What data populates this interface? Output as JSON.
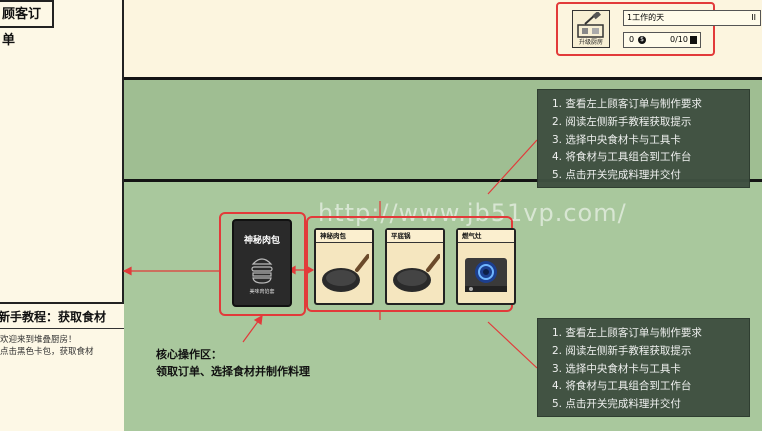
{
  "orders_panel": {
    "title": "顾客订单"
  },
  "tutorial": {
    "title": "新手教程：获取食材",
    "lines": [
      "欢迎来到堆叠厨房！",
      "点击黑色卡包，获取食材"
    ]
  },
  "status": {
    "kitchen_button_label": "升级厨房",
    "day_text": "1工作的天",
    "pause_glyph": "II",
    "money": "0",
    "coin_glyph": "$",
    "capacity": "0/10"
  },
  "instructions": [
    "1. 查看左上顾客订单与制作要求",
    "2. 阅读左侧新手教程获取提示",
    "3. 选择中央食材卡与工具卡",
    "4. 将食材与工具组合到工作台",
    "5. 点击开关完成料理并交付"
  ],
  "mystery_pack": {
    "title": "神秘肉包",
    "subtitle": "美味肉馅套"
  },
  "tool_cards": [
    {
      "name": "神秘肉包",
      "icon": "pan-icon"
    },
    {
      "name": "平底锅",
      "icon": "pan-icon"
    },
    {
      "name": "燃气灶",
      "icon": "stove-icon"
    }
  ],
  "core_area": {
    "line1": "核心操作区：",
    "line2": "领取订单、选择食材并制作料理"
  },
  "watermark": "http://www.jb51vp.com/",
  "colors": {
    "highlight": "#e23a3a",
    "tooltip_bg": "#3f5041",
    "upper_green": "#9fbe92",
    "lower_green": "#a9c89d"
  }
}
